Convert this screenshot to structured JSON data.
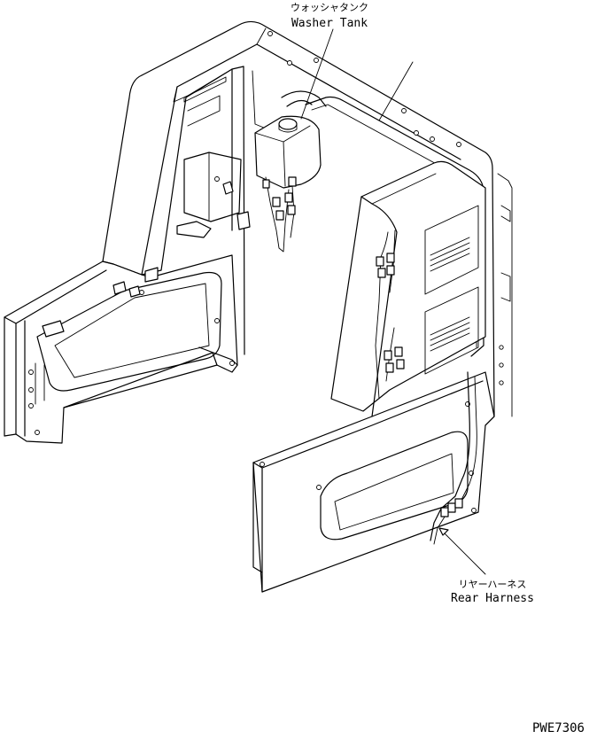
{
  "callouts": {
    "washer_tank": {
      "jp": "ウォッシャタンク",
      "en": "Washer Tank"
    },
    "rear_harness": {
      "jp": "リヤーハーネス",
      "en": "Rear Harness"
    }
  },
  "drawing_code": "PWE7306"
}
